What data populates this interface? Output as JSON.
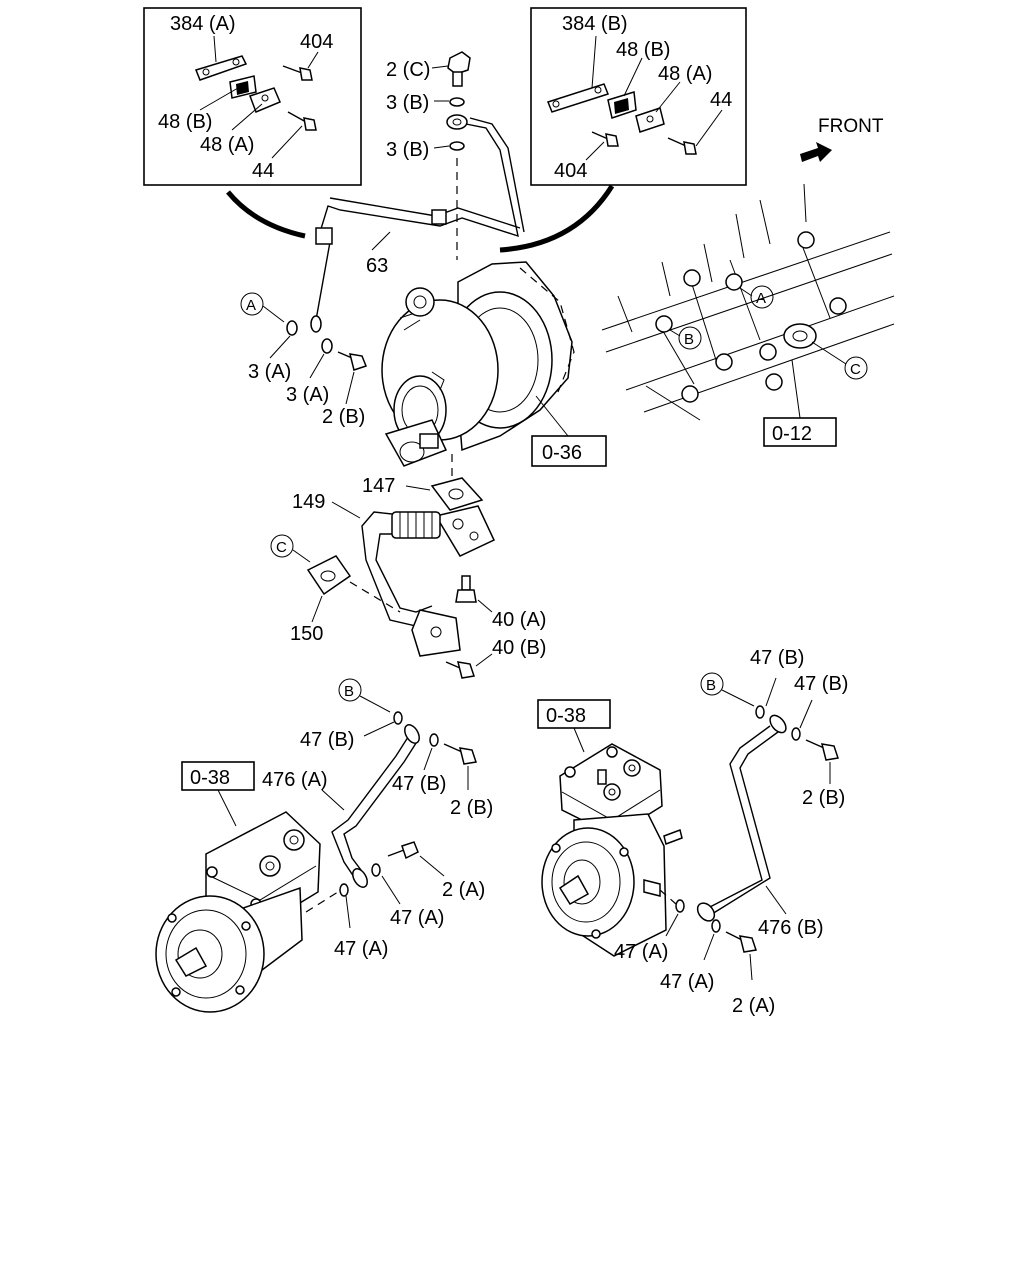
{
  "front_label": "FRONT",
  "inset_left": {
    "labels": [
      "384 (A)",
      "404",
      "48 (B)",
      "48 (A)",
      "44"
    ]
  },
  "inset_right": {
    "labels": [
      "384 (B)",
      "48 (B)",
      "48 (A)",
      "44",
      "404"
    ]
  },
  "top_callouts": {
    "bolt_2c": "2 (C)",
    "washer_3b_upper": "3 (B)",
    "washer_3b_lower": "3 (B)",
    "pipe_63": "63",
    "circle_a": "A",
    "washer_3a_first": "3 (A)",
    "washer_3a_second": "3 (A)",
    "bolt_2b": "2 (B)"
  },
  "references": {
    "turbocharger": "0-36",
    "engine_block": "0-12",
    "compressor_left": "0-38",
    "compressor_right": "0-38"
  },
  "block_circles": [
    "A",
    "B",
    "C"
  ],
  "middle_callouts": {
    "gasket_147": "147",
    "pipe_149": "149",
    "circle_c": "C",
    "gasket_150": "150",
    "bolt_40a": "40 (A)",
    "bolt_40b": "40 (B)"
  },
  "left_pipe_callouts": {
    "circle_b": "B",
    "washer_47b_outer": "47 (B)",
    "washer_47b_inner": "47 (B)",
    "bolt_2b": "2 (B)",
    "pipe_476a": "476 (A)",
    "bolt_2a": "2 (A)",
    "washer_47a_upper": "47 (A)",
    "washer_47a_lower": "47 (A)"
  },
  "right_pipe_callouts": {
    "circle_b": "B",
    "washer_47b_upper": "47 (B)",
    "washer_47b_lower": "47 (B)",
    "bolt_2b": "2 (B)",
    "pipe_476b": "476 (B)",
    "washer_47a_upper": "47 (A)",
    "washer_47a_lower": "47 (A)",
    "bolt_2a": "2 (A)"
  }
}
